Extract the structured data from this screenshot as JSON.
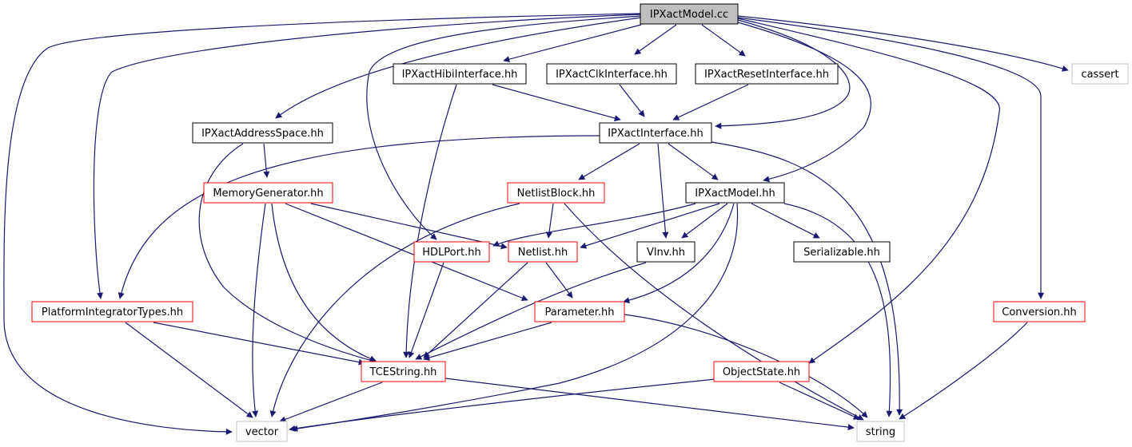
{
  "colors": {
    "edge": "#191970",
    "root_fill": "#bfbfbf",
    "border_documented": "#000000",
    "border_red": "#ff0000",
    "border_external": "#bfbfbf",
    "background": "#ffffff"
  },
  "nodes": [
    {
      "id": "ipxactmodel-cc",
      "label": "IPXactModel.cc",
      "kind": "root"
    },
    {
      "id": "ipxacthibiinterface-hh",
      "label": "IPXactHibiInterface.hh",
      "kind": "documented"
    },
    {
      "id": "ipxactclkinterface-hh",
      "label": "IPXactClkInterface.hh",
      "kind": "documented"
    },
    {
      "id": "ipxactresetinterface-hh",
      "label": "IPXactResetInterface.hh",
      "kind": "documented"
    },
    {
      "id": "cassert",
      "label": "cassert",
      "kind": "external"
    },
    {
      "id": "ipxactaddressspace-hh",
      "label": "IPXactAddressSpace.hh",
      "kind": "documented"
    },
    {
      "id": "ipxactinterface-hh",
      "label": "IPXactInterface.hh",
      "kind": "documented"
    },
    {
      "id": "memorygenerator-hh",
      "label": "MemoryGenerator.hh",
      "kind": "red"
    },
    {
      "id": "netlistblock-hh",
      "label": "NetlistBlock.hh",
      "kind": "red"
    },
    {
      "id": "ipxactmodel-hh",
      "label": "IPXactModel.hh",
      "kind": "documented"
    },
    {
      "id": "hdlport-hh",
      "label": "HDLPort.hh",
      "kind": "red"
    },
    {
      "id": "netlist-hh",
      "label": "Netlist.hh",
      "kind": "red"
    },
    {
      "id": "vlnv-hh",
      "label": "Vlnv.hh",
      "kind": "documented"
    },
    {
      "id": "serializable-hh",
      "label": "Serializable.hh",
      "kind": "documented"
    },
    {
      "id": "platformintegratortypes-hh",
      "label": "PlatformIntegratorTypes.hh",
      "kind": "red"
    },
    {
      "id": "parameter-hh",
      "label": "Parameter.hh",
      "kind": "red"
    },
    {
      "id": "conversion-hh",
      "label": "Conversion.hh",
      "kind": "red"
    },
    {
      "id": "tcestring-hh",
      "label": "TCEString.hh",
      "kind": "red"
    },
    {
      "id": "objectstate-hh",
      "label": "ObjectState.hh",
      "kind": "red"
    },
    {
      "id": "vector",
      "label": "vector",
      "kind": "external"
    },
    {
      "id": "string",
      "label": "string",
      "kind": "external"
    }
  ]
}
